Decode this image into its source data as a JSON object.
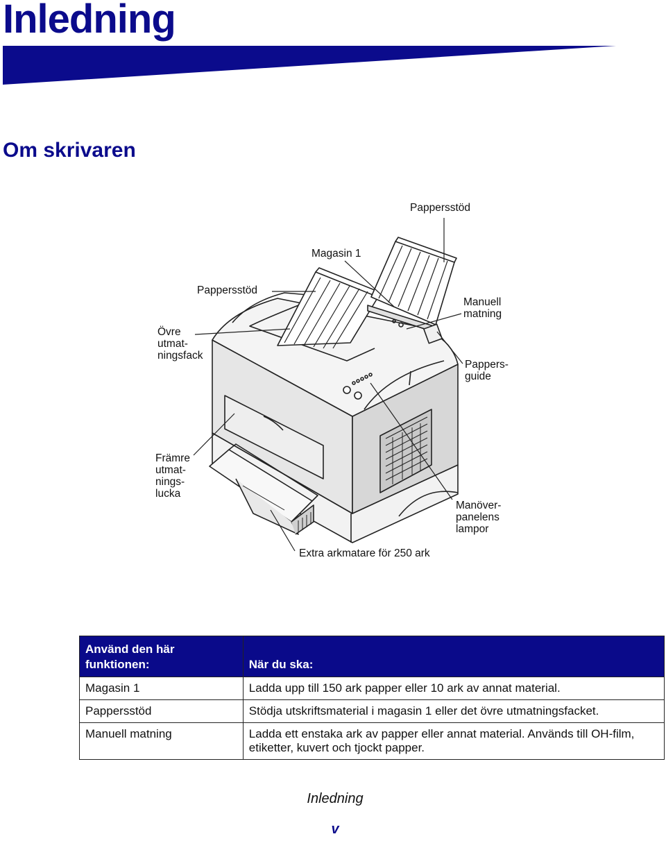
{
  "header": {
    "chapter_title": "Inledning",
    "accent_color": "#0b0b8c"
  },
  "section": {
    "title": "Om skrivaren"
  },
  "figure": {
    "labels": {
      "pappersstod_top": "Pappersstöd",
      "magasin1": "Magasin 1",
      "pappersstod_left": "Pappersstöd",
      "manuell_matning": "Manuell\nmatning",
      "ovre_utmatningsfack": "Övre\nutmat-\nningsfack",
      "pappersguide": "Pappers-\nguide",
      "framre_utmatningslucka": "Främre\nutmat-\nnings-\nlucka",
      "manoverpanelens_lampor": "Manöver-\npanelens\nlampor",
      "extra_arkmatare": "Extra arkmatare för 250 ark"
    }
  },
  "table": {
    "headers": [
      "Använd den här funktionen:",
      "När du ska:"
    ],
    "rows": [
      [
        "Magasin 1",
        "Ladda upp till 150 ark papper eller 10 ark av annat material."
      ],
      [
        "Pappersstöd",
        "Stödja utskriftsmaterial i magasin 1 eller det övre utmatningsfacket."
      ],
      [
        "Manuell matning",
        "Ladda ett enstaka ark av papper eller annat material. Används till OH-film, etiketter, kuvert och tjockt papper."
      ]
    ],
    "header_color": "#0a0a8a"
  },
  "footer": {
    "title": "Inledning",
    "page_number": "v"
  }
}
